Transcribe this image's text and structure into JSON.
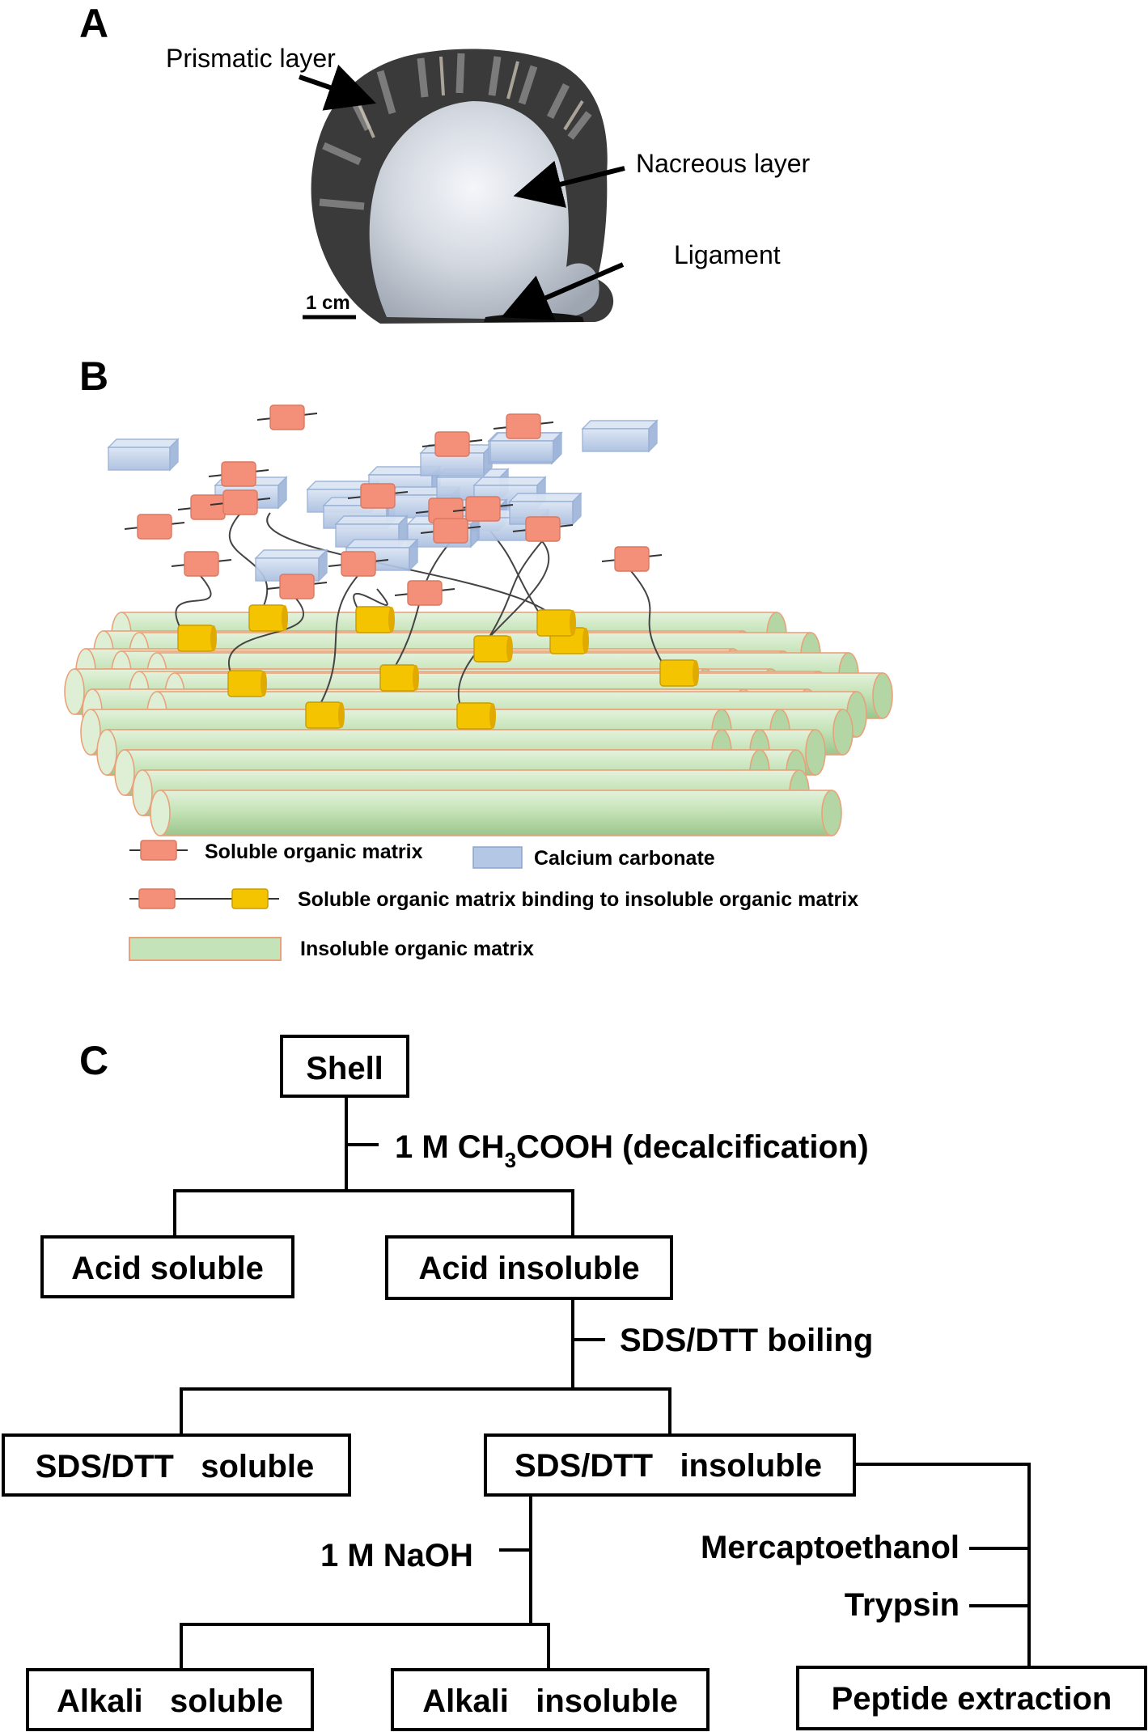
{
  "panels": {
    "a": "A",
    "b": "B",
    "c": "C"
  },
  "panel_a": {
    "prismatic": "Prismatic layer",
    "nacreous": "Nacreous layer",
    "ligament": "Ligament",
    "scale": "1 cm"
  },
  "legend": {
    "soluble": "Soluble organic matrix",
    "calcium": "Calcium carbonate",
    "binding": "Soluble organic matrix binding to insoluble organic matrix",
    "insoluble": "Insoluble organic matrix"
  },
  "flow": {
    "shell": "Shell",
    "decalc_pre": "1 M CH",
    "decalc_sub": "3",
    "decalc_post": "COOH (decalcification)",
    "acid_soluble": "Acid soluble",
    "acid_insoluble": "Acid insoluble",
    "sds_boiling": "SDS/DTT boiling",
    "sds_soluble": "SDS/DTT   soluble",
    "sds_insoluble": "SDS/DTT   insoluble",
    "naoh": "1 M NaOH",
    "mercapto": "Mercaptoethanol",
    "trypsin": "Trypsin",
    "alkali_soluble": "Alkali   soluble",
    "alkali_insoluble": "Alkali   insoluble",
    "peptide": "Peptide extraction"
  },
  "colors": {
    "soluble_matrix": "#f4907a",
    "calcium_carbonate": "#b4c8e6",
    "binding_site": "#f5c400",
    "insoluble_matrix": "#c5e3b8",
    "insoluble_edge": "#e8a27a",
    "nacre": "#d9dde4",
    "prismatic": "#2b2b2b"
  }
}
